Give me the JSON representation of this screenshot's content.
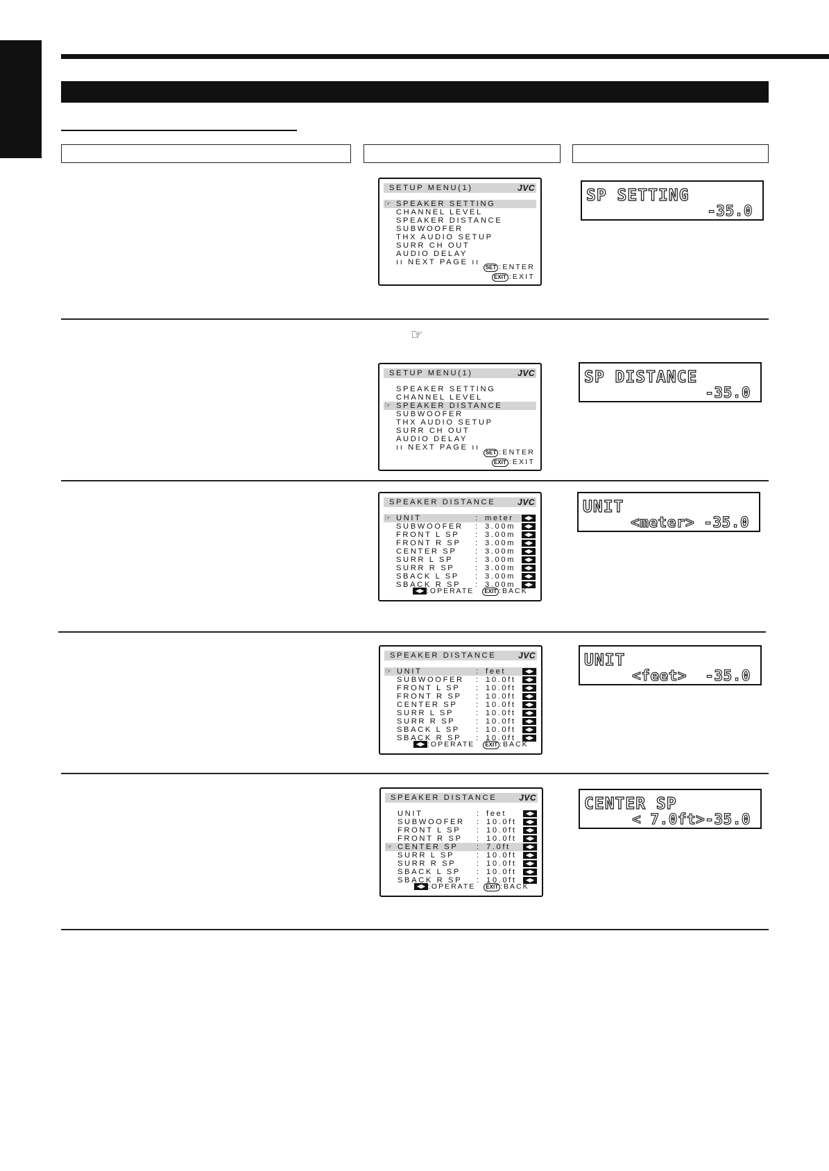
{
  "page": {
    "pointer_icon": "hand-pointer-icon"
  },
  "screens": [
    {
      "title": "SETUP MENU(1)",
      "brand": "JVC",
      "rows": [
        {
          "label": "SPEAKER SETTING",
          "selected": true
        },
        {
          "label": "CHANNEL LEVEL"
        },
        {
          "label": "SPEAKER DISTANCE"
        },
        {
          "label": "SUBWOOFER"
        },
        {
          "label": "THX AUDIO SETUP"
        },
        {
          "label": "SURR CH OUT"
        },
        {
          "label": "AUDIO DELAY"
        },
        {
          "label": "ıı NEXT PAGE ıı"
        }
      ],
      "footer": [
        {
          "key": "SET",
          "text": ":ENTER"
        },
        {
          "key": "EXIT",
          "text": ":EXIT"
        }
      ]
    },
    {
      "title": "SETUP MENU(1)",
      "brand": "JVC",
      "rows": [
        {
          "label": "SPEAKER SETTING"
        },
        {
          "label": "CHANNEL LEVEL"
        },
        {
          "label": "SPEAKER DISTANCE",
          "selected": true
        },
        {
          "label": "SUBWOOFER"
        },
        {
          "label": "THX AUDIO SETUP"
        },
        {
          "label": "SURR CH OUT"
        },
        {
          "label": "AUDIO DELAY"
        },
        {
          "label": "ıı NEXT PAGE ıı"
        }
      ],
      "footer": [
        {
          "key": "SET",
          "text": ":ENTER"
        },
        {
          "key": "EXIT",
          "text": ":EXIT"
        }
      ]
    },
    {
      "title": "SPEAKER DISTANCE",
      "brand": "JVC",
      "rows": [
        {
          "label": "UNIT",
          "value": "meter",
          "selected": true
        },
        {
          "label": "SUBWOOFER",
          "value": "3.00m"
        },
        {
          "label": "FRONT L SP",
          "value": "3.00m"
        },
        {
          "label": "FRONT R SP",
          "value": "3.00m"
        },
        {
          "label": "CENTER SP",
          "value": "3.00m"
        },
        {
          "label": "SURR L SP",
          "value": "3.00m"
        },
        {
          "label": "SURR R SP",
          "value": "3.00m"
        },
        {
          "label": "SBACK L SP",
          "value": "3.00m"
        },
        {
          "label": "SBACK R SP",
          "value": "3.00m"
        }
      ],
      "operate": ":OPERATE",
      "exit_key": "EXIT",
      "back": ":BACK"
    },
    {
      "title": "SPEAKER DISTANCE",
      "brand": "JVC",
      "rows": [
        {
          "label": "UNIT",
          "value": "feet",
          "selected": true
        },
        {
          "label": "SUBWOOFER",
          "value": "10.0ft"
        },
        {
          "label": "FRONT L SP",
          "value": "10.0ft"
        },
        {
          "label": "FRONT R SP",
          "value": "10.0ft"
        },
        {
          "label": "CENTER SP",
          "value": "10.0ft"
        },
        {
          "label": "SURR L SP",
          "value": "10.0ft"
        },
        {
          "label": "SURR R SP",
          "value": "10.0ft"
        },
        {
          "label": "SBACK L SP",
          "value": "10.0ft"
        },
        {
          "label": "SBACK R SP",
          "value": "10.0ft"
        }
      ],
      "operate": ":OPERATE",
      "exit_key": "EXIT",
      "back": ":BACK"
    },
    {
      "title": "SPEAKER DISTANCE",
      "brand": "JVC",
      "rows": [
        {
          "label": "UNIT",
          "value": "feet"
        },
        {
          "label": "SUBWOOFER",
          "value": "10.0ft"
        },
        {
          "label": "FRONT L SP",
          "value": "10.0ft"
        },
        {
          "label": "FRONT R SP",
          "value": "10.0ft"
        },
        {
          "label": "CENTER SP",
          "value": "7.0ft",
          "selected": true
        },
        {
          "label": "SURR L SP",
          "value": "10.0ft"
        },
        {
          "label": "SURR R SP",
          "value": "10.0ft"
        },
        {
          "label": "SBACK L SP",
          "value": "10.0ft"
        },
        {
          "label": "SBACK R SP",
          "value": "10.0ft"
        }
      ],
      "operate": ":OPERATE",
      "exit_key": "EXIT",
      "back": ":BACK"
    }
  ],
  "displays": [
    {
      "line1": "SP SETTING",
      "line2": "-35.0"
    },
    {
      "line1": "SP DISTANCE",
      "line2": "-35.0"
    },
    {
      "line1": "UNIT",
      "line2": "<meter> -35.0"
    },
    {
      "line1": "UNIT",
      "line2": "<feet>  -35.0"
    },
    {
      "line1": "CENTER SP",
      "line2": "< 7.0ft>-35.0"
    }
  ]
}
